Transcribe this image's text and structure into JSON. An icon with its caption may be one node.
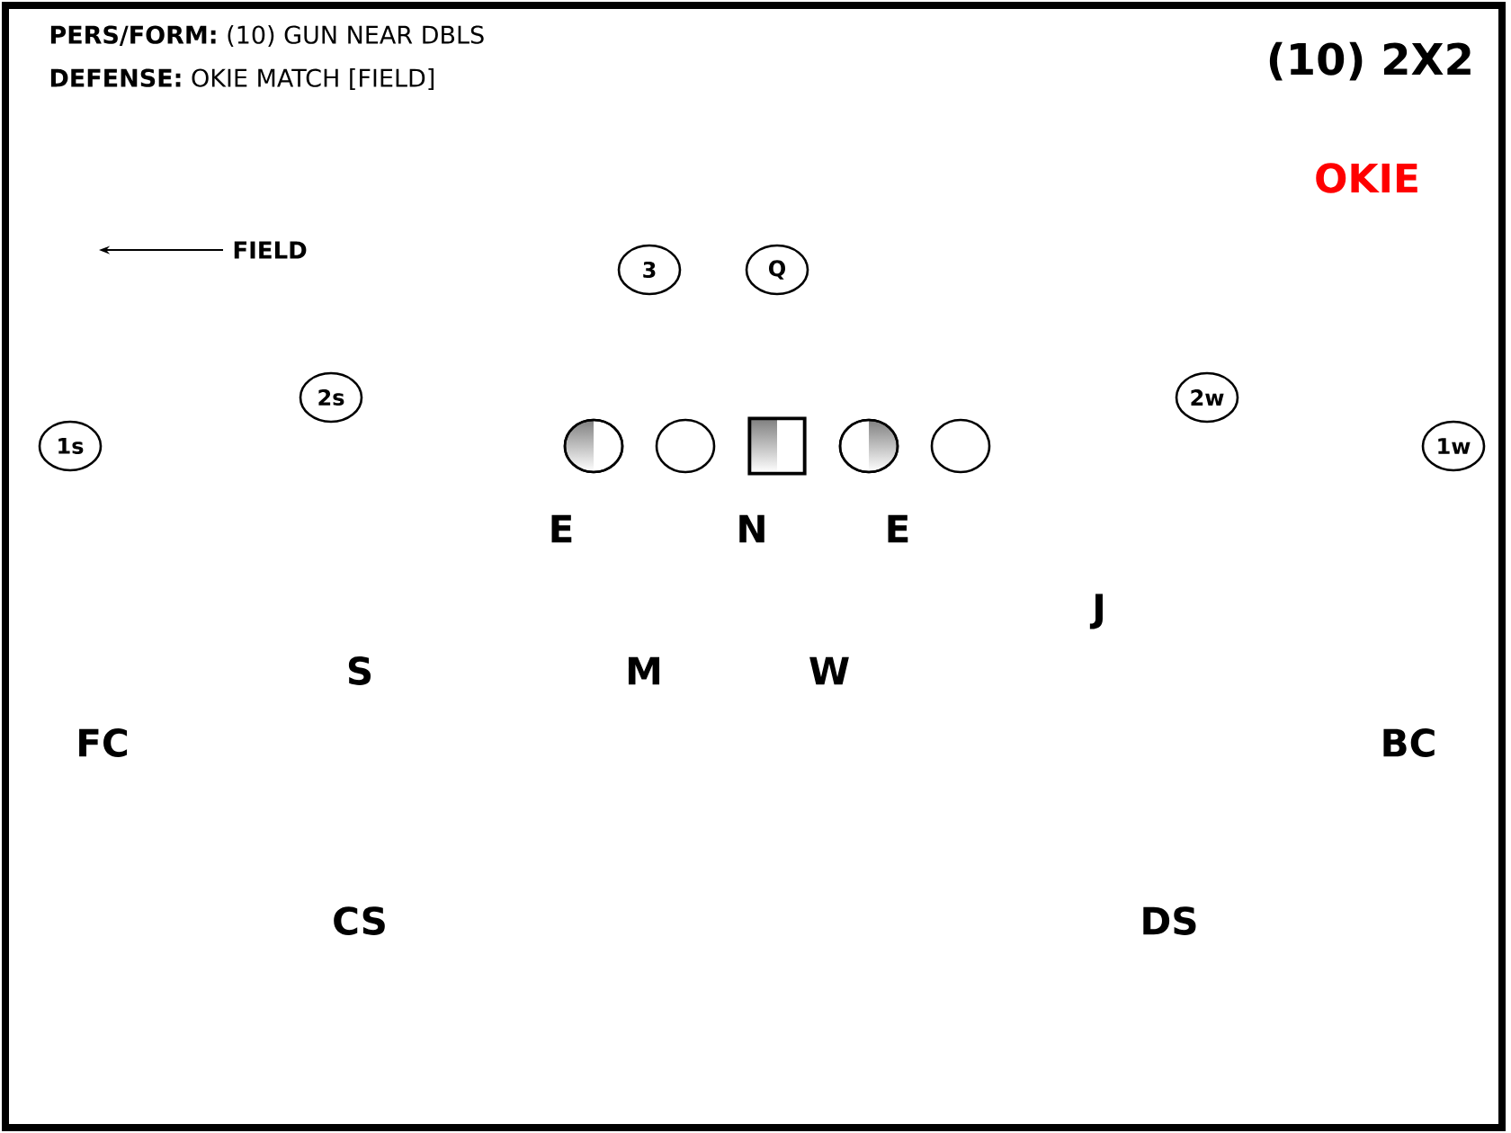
{
  "diagram": {
    "title": "(10) 2X2",
    "nodes": [
      {
        "text": [
          "3"
        ]
      },
      {
        "text": [
          "Q"
        ]
      },
      {
        "text": [
          "2s"
        ]
      },
      {
        "text": [
          "2w"
        ]
      },
      {
        "text": [
          "1s"
        ]
      },
      {
        "text": [],
        "shape": "circle"
      },
      {
        "text": [],
        "shape": "circle"
      },
      {
        "text": [],
        "shape": "box"
      },
      {
        "text": [],
        "shape": "circle"
      },
      {
        "text": [],
        "shape": "circle"
      },
      {
        "text": [
          "1w"
        ]
      }
    ],
    "labels": [
      "**PERS/FORM:** (10) GUN NEAR DBLS",
      "**DEFENSE:** OKIE MATCH [FIELD]",
      "OKIE",
      "FIELD",
      "E",
      "N",
      "E",
      "J",
      "S",
      "M",
      "W",
      "FC",
      "BC",
      "CS",
      "DS"
    ]
  }
}
